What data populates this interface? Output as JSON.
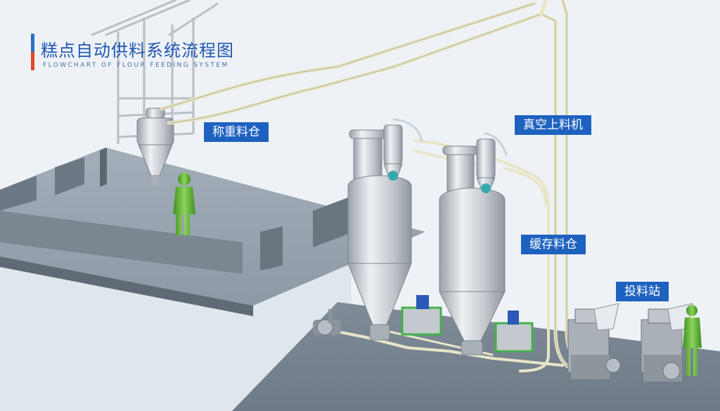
{
  "title": {
    "cn": "糕点自动供料系统流程图",
    "en": "FLOWCHART OF FLOUR FEEDING SYSTEM"
  },
  "labels": {
    "weighing_bin": "称重料仓",
    "vacuum_loader": "真空上料机",
    "buffer_bin": "缓存料仓",
    "feeding_station": "投料站"
  },
  "colors": {
    "accent_blue": "#1e62c0",
    "accent_red": "#e04a2a",
    "worker_green": "#6abf3a",
    "floor": "#8a96a2",
    "steel": "#c8cdd3"
  }
}
